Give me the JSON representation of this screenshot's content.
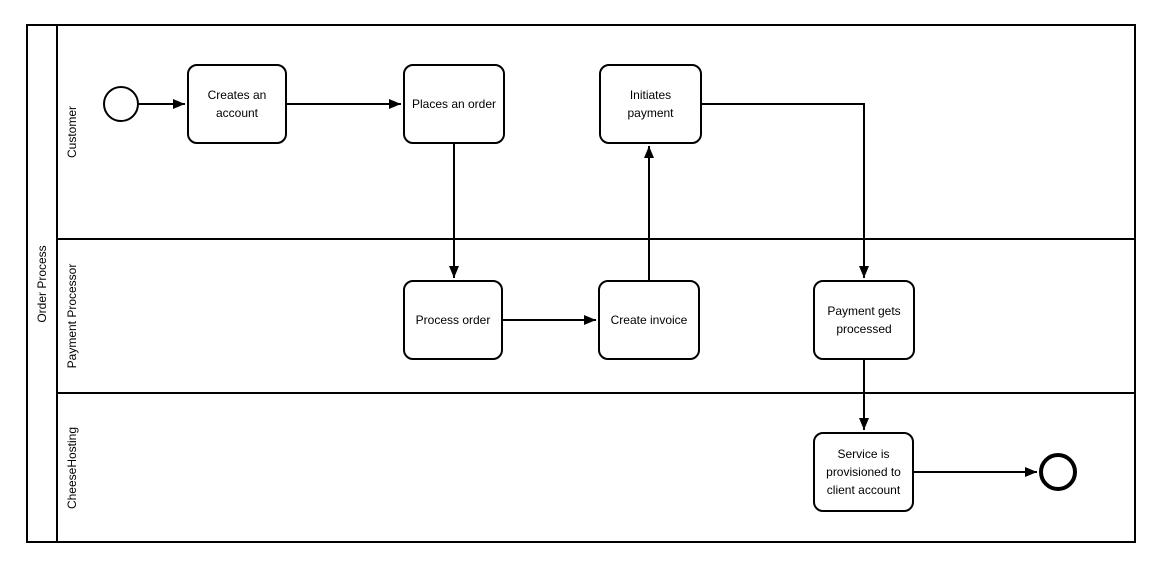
{
  "diagram": {
    "pool": {
      "label": "Order Process"
    },
    "lanes": [
      {
        "label": "Customer"
      },
      {
        "label": "Payment Processor"
      },
      {
        "label": "CheeseHosting"
      }
    ],
    "tasks": [
      {
        "label": "Creates an\naccount",
        "lane": "Customer"
      },
      {
        "label": "Places an order",
        "lane": "Customer"
      },
      {
        "label": "Initiates\npayment",
        "lane": "Customer"
      },
      {
        "label": "Process order",
        "lane": "Payment Processor"
      },
      {
        "label": "Create invoice",
        "lane": "Payment Processor"
      },
      {
        "label": "Payment gets\nprocessed",
        "lane": "Payment Processor"
      },
      {
        "label": "Service is\nprovisioned to\nclient account",
        "lane": "CheeseHosting"
      }
    ],
    "events": [
      {
        "type": "start",
        "lane": "Customer"
      },
      {
        "type": "end",
        "lane": "CheeseHosting"
      }
    ],
    "flows": [
      {
        "from": "start-event",
        "to": "Creates an account"
      },
      {
        "from": "Creates an account",
        "to": "Places an order"
      },
      {
        "from": "Places an order",
        "to": "Process order"
      },
      {
        "from": "Process order",
        "to": "Create invoice"
      },
      {
        "from": "Create invoice",
        "to": "Initiates payment"
      },
      {
        "from": "Initiates payment",
        "to": "Payment gets processed"
      },
      {
        "from": "Payment gets processed",
        "to": "Service is provisioned to client account"
      },
      {
        "from": "Service is provisioned to client account",
        "to": "end-event"
      }
    ],
    "colors": {
      "stroke": "#000000",
      "background": "#ffffff"
    }
  }
}
